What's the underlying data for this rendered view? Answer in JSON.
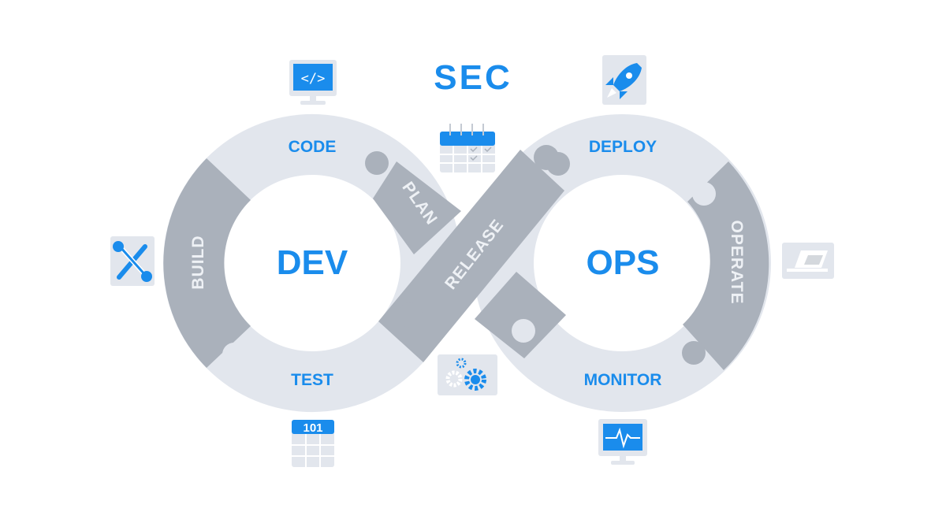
{
  "header": {
    "sec_label": "SEC"
  },
  "loop": {
    "dev_label": "DEV",
    "ops_label": "OPS"
  },
  "stages": {
    "code": "CODE",
    "plan": "PLAN",
    "build": "BUILD",
    "test": "TEST",
    "release": "RELEASE",
    "deploy": "DEPLOY",
    "operate": "OPERATE",
    "monitor": "MONITOR"
  },
  "icons": {
    "code_monitor": {
      "name": "code-monitor-icon",
      "text": "</>"
    },
    "calendar": {
      "name": "calendar-icon"
    },
    "tools": {
      "name": "wrench-screwdriver-icon"
    },
    "binary": {
      "name": "binary-table-icon",
      "text": "101"
    },
    "gears": {
      "name": "gears-icon"
    },
    "rocket": {
      "name": "rocket-icon"
    },
    "laptop": {
      "name": "laptop-icon"
    },
    "heartbeat": {
      "name": "heartbeat-monitor-icon"
    }
  },
  "colors": {
    "accent": "#1a8cec",
    "segment_light": "#e2e6ed",
    "segment_dark": "#aab1bb",
    "label_on_dark": "#eef1f5"
  }
}
